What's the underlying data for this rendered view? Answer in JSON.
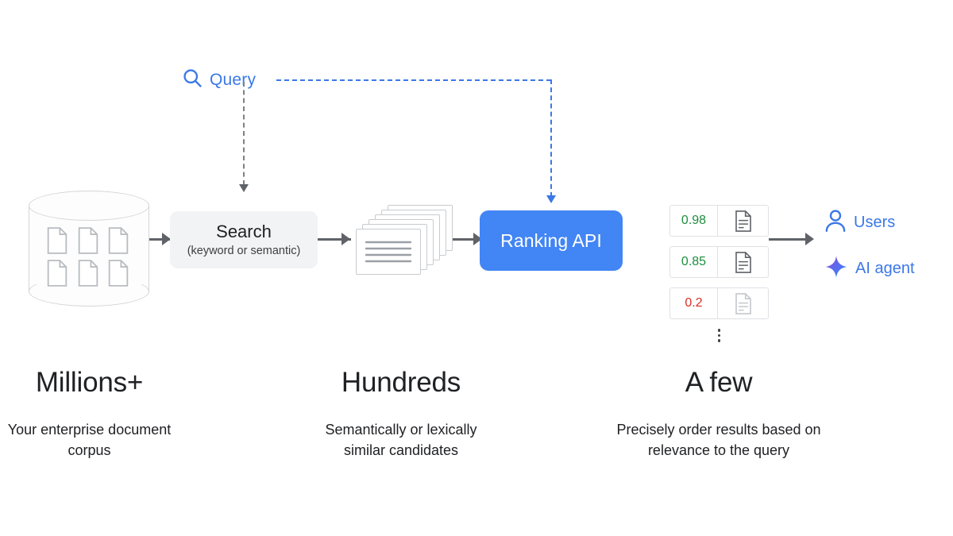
{
  "diagram": {
    "query": {
      "label": "Query",
      "icon": "search-magnifier-icon"
    },
    "search": {
      "title": "Search",
      "subtitle": "(keyword or semantic)"
    },
    "ranking": {
      "label": "Ranking API"
    },
    "results": {
      "cards": [
        {
          "score": "0.98",
          "tone": "good",
          "doc_icon": "document-icon"
        },
        {
          "score": "0.85",
          "tone": "good",
          "doc_icon": "document-icon"
        },
        {
          "score": "0.2",
          "tone": "bad",
          "doc_icon": "document-icon-faded"
        }
      ],
      "more_indicator": "vertical-ellipsis-icon"
    },
    "consumers": [
      {
        "label": "Users",
        "icon": "person-icon"
      },
      {
        "label": "AI agent",
        "icon": "sparkle-icon"
      }
    ],
    "columns": [
      {
        "heading": "Millions+",
        "caption": "Your enterprise document corpus"
      },
      {
        "heading": "Hundreds",
        "caption": "Semantically or lexically similar candidates"
      },
      {
        "heading": "A few",
        "caption": "Precisely order results based on relevance to the query"
      }
    ],
    "colors": {
      "brand_blue": "#4285f4",
      "link_blue": "#3b78e7",
      "score_good": "#1e8e3e",
      "score_bad": "#d93025",
      "connector_gray": "#5f6368",
      "panel_gray": "#f1f3f4",
      "outline_gray": "#d3d5d8"
    }
  }
}
